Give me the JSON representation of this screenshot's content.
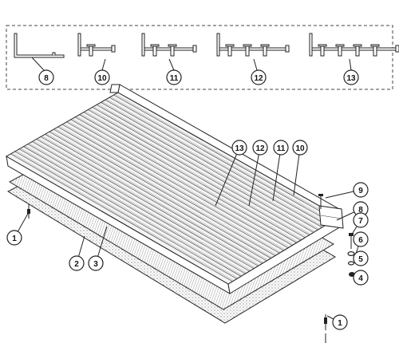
{
  "diagram": {
    "profile_callouts": [
      "8",
      "10",
      "11",
      "12",
      "13"
    ],
    "assembly_callouts": [
      "13",
      "12",
      "11",
      "10",
      "9",
      "8",
      "7",
      "6",
      "5",
      "4",
      "1",
      "1",
      "2",
      "3"
    ],
    "panel_profile_counts": [
      0,
      1,
      2,
      3,
      4
    ]
  }
}
